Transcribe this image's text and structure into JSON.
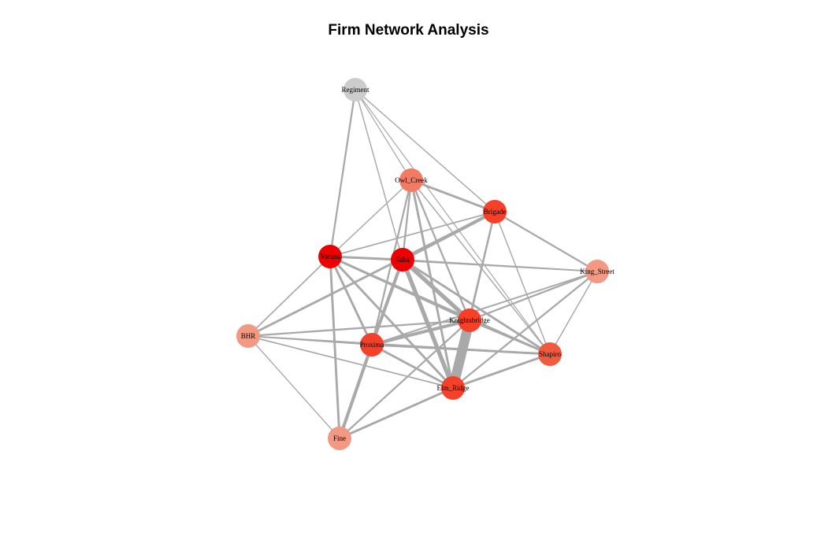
{
  "title": "Firm Network Analysis",
  "network": {
    "nodes": [
      {
        "id": "Regiment",
        "label": "Regiment",
        "color": "#cccccc"
      },
      {
        "id": "Owl_Creek",
        "label": "Owl_Creek",
        "color": "#f27b64"
      },
      {
        "id": "Brigade",
        "label": "Brigade",
        "color": "#f5412a"
      },
      {
        "id": "Varana",
        "label": "Varana",
        "color": "#ee0000"
      },
      {
        "id": "Saba",
        "label": "Saba",
        "color": "#ee0000"
      },
      {
        "id": "King_Street",
        "label": "King_Street",
        "color": "#f39883"
      },
      {
        "id": "BHR",
        "label": "BHR",
        "color": "#f39883"
      },
      {
        "id": "Knightsbridge",
        "label": "Knightsbridge",
        "color": "#f5412a"
      },
      {
        "id": "Proxima",
        "label": "Proxima",
        "color": "#f5412a"
      },
      {
        "id": "Shapiro",
        "label": "Shapiro",
        "color": "#f25a3e"
      },
      {
        "id": "Elm_Ridge",
        "label": "Elm_Ridge",
        "color": "#f5412a"
      },
      {
        "id": "Fine",
        "label": "Fine",
        "color": "#f39883"
      }
    ],
    "edges": [
      {
        "source": "Knightsbridge",
        "target": "Elm_Ridge",
        "weight": 10
      },
      {
        "source": "Saba",
        "target": "Knightsbridge",
        "weight": 4
      },
      {
        "source": "Saba",
        "target": "Elm_Ridge",
        "weight": 4
      },
      {
        "source": "Saba",
        "target": "Brigade",
        "weight": 3
      },
      {
        "source": "Saba",
        "target": "Proxima",
        "weight": 3
      },
      {
        "source": "Proxima",
        "target": "Knightsbridge",
        "weight": 3
      },
      {
        "source": "Proxima",
        "target": "Fine",
        "weight": 3
      },
      {
        "source": "Varana",
        "target": "Elm_Ridge",
        "weight": 2
      },
      {
        "source": "Varana",
        "target": "Fine",
        "weight": 2
      },
      {
        "source": "Varana",
        "target": "Knightsbridge",
        "weight": 2
      },
      {
        "source": "Varana",
        "target": "Saba",
        "weight": 2
      },
      {
        "source": "Varana",
        "target": "Proxima",
        "weight": 2
      },
      {
        "source": "Proxima",
        "target": "Elm_Ridge",
        "weight": 2
      },
      {
        "source": "Proxima",
        "target": "Shapiro",
        "weight": 2
      },
      {
        "source": "Elm_Ridge",
        "target": "Shapiro",
        "weight": 2
      },
      {
        "source": "Knightsbridge",
        "target": "Shapiro",
        "weight": 2
      },
      {
        "source": "Owl_Creek",
        "target": "Brigade",
        "weight": 2
      },
      {
        "source": "Owl_Creek",
        "target": "Elm_Ridge",
        "weight": 2
      },
      {
        "source": "Owl_Creek",
        "target": "Proxima",
        "weight": 1.5
      },
      {
        "source": "Owl_Creek",
        "target": "Knightsbridge",
        "weight": 1.5
      },
      {
        "source": "Owl_Creek",
        "target": "Saba",
        "weight": 1.5
      },
      {
        "source": "Regiment",
        "target": "Varana",
        "weight": 1.5
      },
      {
        "source": "BHR",
        "target": "Brigade",
        "weight": 2
      },
      {
        "source": "BHR",
        "target": "Varana",
        "weight": 1
      },
      {
        "source": "BHR",
        "target": "Knightsbridge",
        "weight": 1.5
      },
      {
        "source": "BHR",
        "target": "Proxima",
        "weight": 1
      },
      {
        "source": "BHR",
        "target": "Elm_Ridge",
        "weight": 1
      },
      {
        "source": "BHR",
        "target": "Shapiro",
        "weight": 1
      },
      {
        "source": "BHR",
        "target": "Fine",
        "weight": 0.7
      },
      {
        "source": "Fine",
        "target": "Elm_Ridge",
        "weight": 2
      },
      {
        "source": "Fine",
        "target": "Knightsbridge",
        "weight": 1.5
      },
      {
        "source": "Fine",
        "target": "Saba",
        "weight": 1.5
      },
      {
        "source": "King_Street",
        "target": "Brigade",
        "weight": 1.5
      },
      {
        "source": "King_Street",
        "target": "Knightsbridge",
        "weight": 1.5
      },
      {
        "source": "King_Street",
        "target": "Elm_Ridge",
        "weight": 1.5
      },
      {
        "source": "King_Street",
        "target": "Proxima",
        "weight": 1.2
      },
      {
        "source": "King_Street",
        "target": "Saba",
        "weight": 1
      },
      {
        "source": "King_Street",
        "target": "Varana",
        "weight": 1
      },
      {
        "source": "King_Street",
        "target": "Shapiro",
        "weight": 0.8
      },
      {
        "source": "Brigade",
        "target": "Knightsbridge",
        "weight": 1.5
      },
      {
        "source": "Brigade",
        "target": "Elm_Ridge",
        "weight": 1.5
      },
      {
        "source": "Brigade",
        "target": "Varana",
        "weight": 1
      },
      {
        "source": "Brigade",
        "target": "Shapiro",
        "weight": 0.8
      },
      {
        "source": "Saba",
        "target": "Shapiro",
        "weight": 2
      },
      {
        "source": "Regiment",
        "target": "Brigade",
        "weight": 0.8
      },
      {
        "source": "Regiment",
        "target": "Saba",
        "weight": 0.8
      },
      {
        "source": "Regiment",
        "target": "Shapiro",
        "weight": 0.6
      },
      {
        "source": "Regiment",
        "target": "Owl_Creek",
        "weight": 0.6
      },
      {
        "source": "Owl_Creek",
        "target": "Varana",
        "weight": 0.8
      },
      {
        "source": "Owl_Creek",
        "target": "Shapiro",
        "weight": 0.8
      },
      {
        "source": "Varana",
        "target": "Shapiro",
        "weight": 1.5
      }
    ]
  }
}
